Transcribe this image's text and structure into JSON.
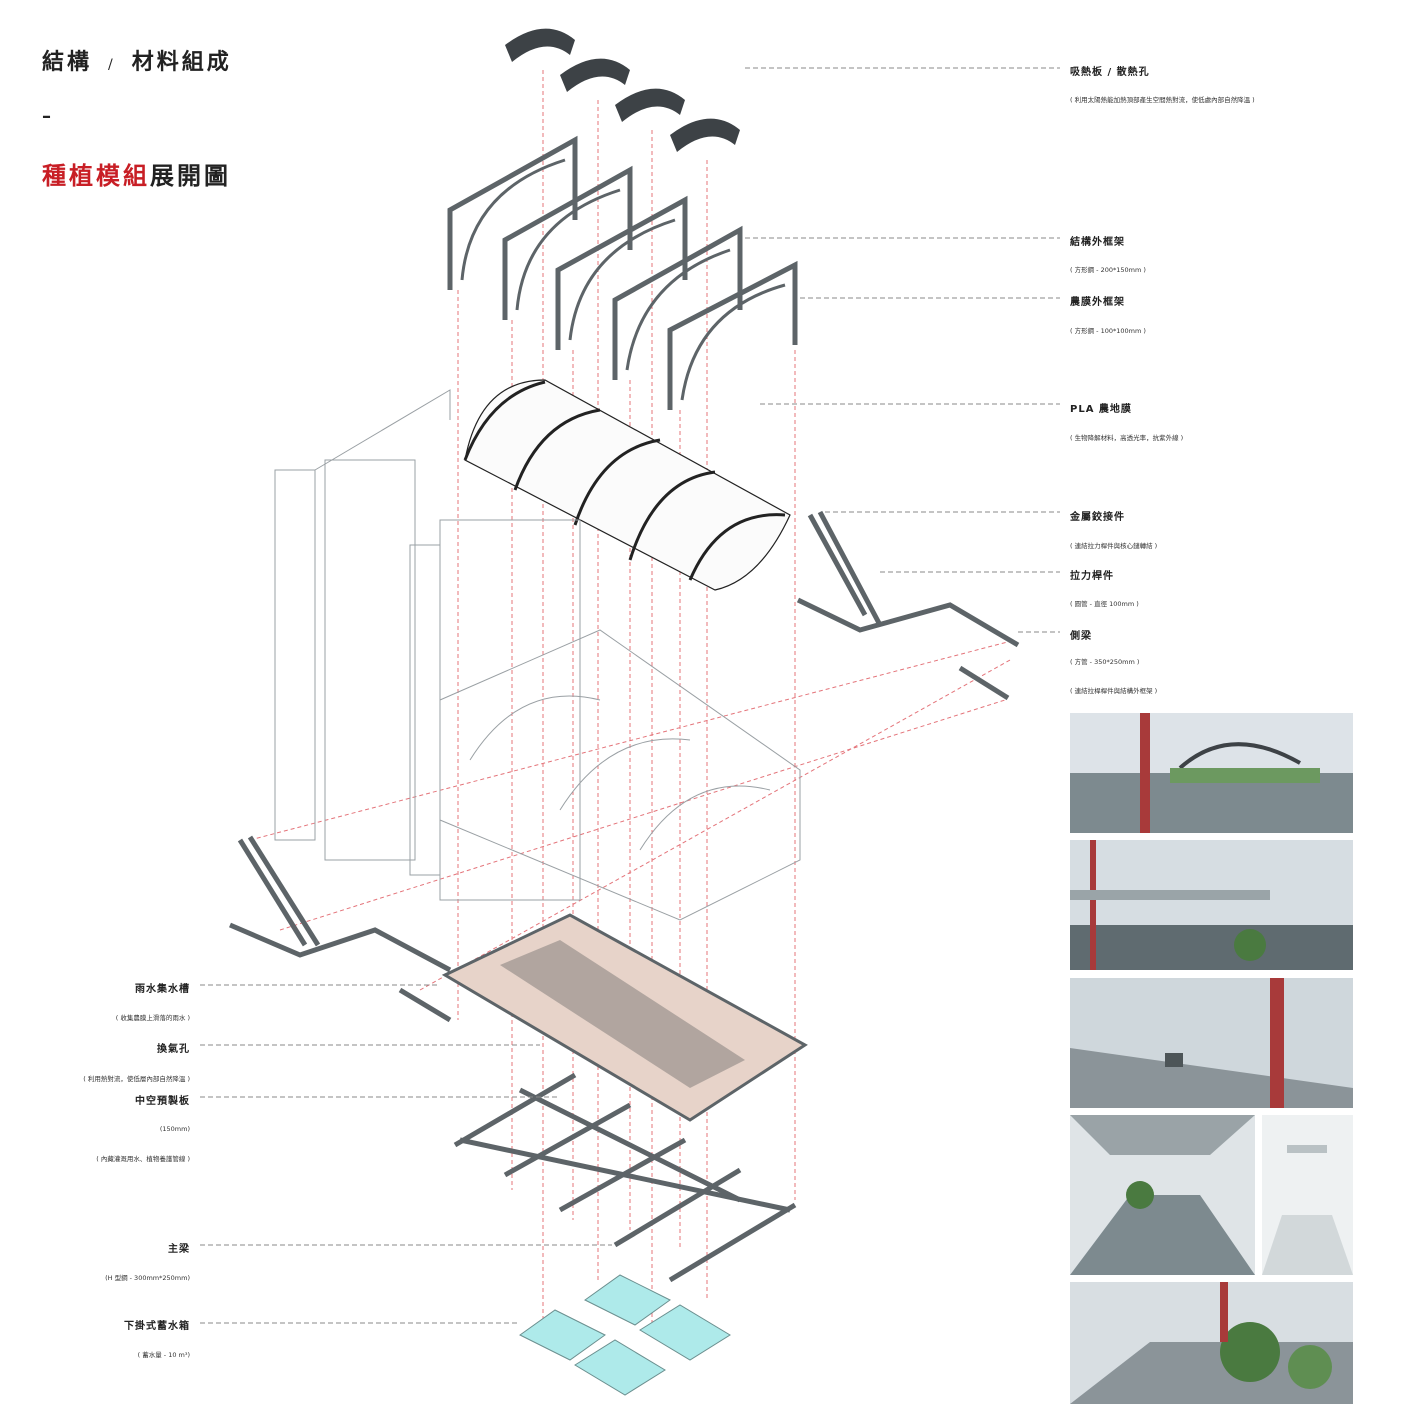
{
  "header": {
    "title_left": "結構",
    "title_sep": "/",
    "title_right": "材料組成",
    "dash": "–",
    "subtitle_red": "種植模組",
    "subtitle_black": "展開圖"
  },
  "labels_right": [
    {
      "name": "吸熱板 / 散熱孔",
      "note": "( 利用太陽熱能加熱頂部產生空間熱對流，使低處內部自然降溫 )"
    },
    {
      "name": "結構外框架",
      "note": "( 方形鋼 - 200*150mm )"
    },
    {
      "name": "農膜外框架",
      "note": "( 方形鋼 - 100*100mm )"
    },
    {
      "name": "PLA 農地膜",
      "note": "( 生物降解材料，高透光率，抗紫外線 )"
    },
    {
      "name": "金屬鉸接件",
      "note": "( 連結拉力桿件與核心鏈轉結 )"
    },
    {
      "name": "拉力桿件",
      "note": "( 圓管 - 直徑 100mm )"
    },
    {
      "name": "側梁",
      "note": "( 方管 - 350*250mm )"
    },
    {
      "name": "",
      "note": "( 連結拉桿桿件與結構外框架 )"
    }
  ],
  "labels_left": [
    {
      "name": "雨水集水槽",
      "note": "( 收集農膜上滑落的雨水 )"
    },
    {
      "name": "換氣孔",
      "note": "( 利用熱對流，使低層內部自然降溫 )"
    },
    {
      "name": "中空預製板",
      "note": "(150mm)"
    },
    {
      "name": "",
      "note": "( 內藏灌溉用水、植物養護管線 )"
    },
    {
      "name": "主梁",
      "note": "(H 型鋼 - 300mm*250mm)"
    },
    {
      "name": "下掛式蓄水箱",
      "note": "( 蓄水量 - 10 m³)"
    }
  ],
  "colors": {
    "accent_red": "#c81e25",
    "leader": "#888888",
    "frame": "#5d6468",
    "absorber": "#3d4246",
    "tank": "#aeeaea",
    "slab": "#e7d3c9",
    "dashed": "#e4747a"
  }
}
